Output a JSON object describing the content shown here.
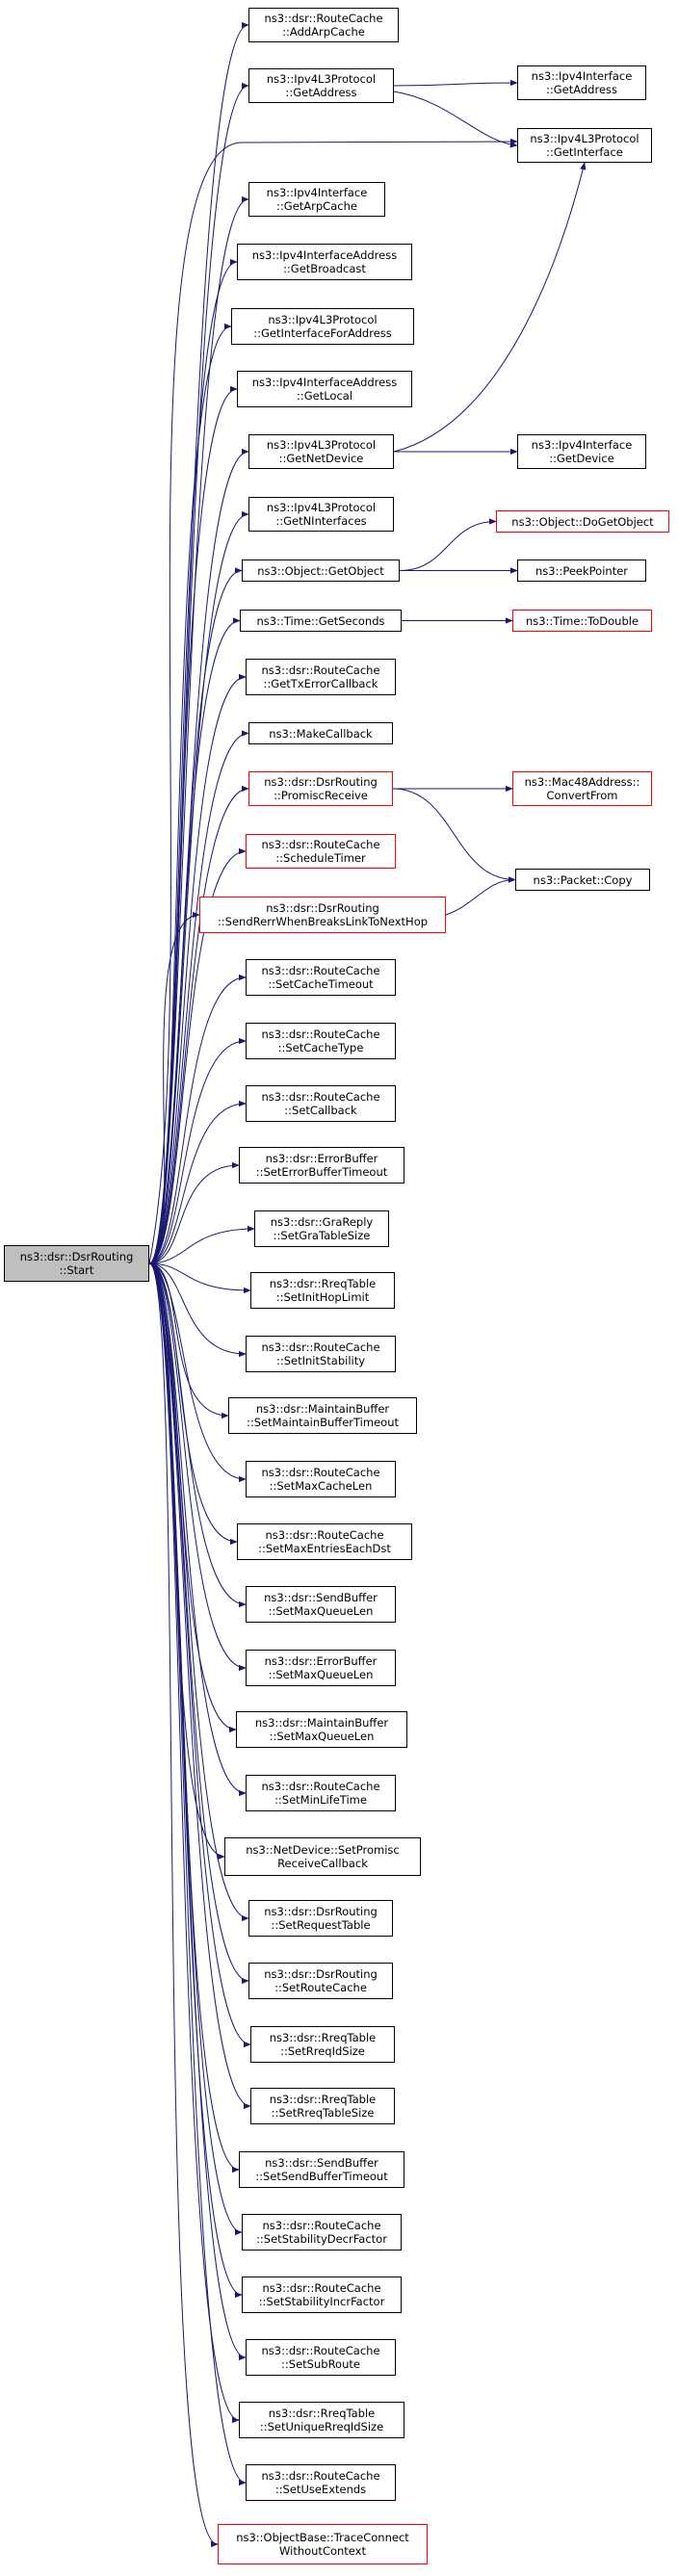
{
  "root": {
    "id": "start",
    "lines": [
      "ns3::dsr::DsrRouting",
      "::Start"
    ]
  },
  "nodes": [
    {
      "id": "addarpcache",
      "lines": [
        "ns3::dsr::RouteCache",
        "::AddArpCache"
      ],
      "border": "black"
    },
    {
      "id": "getaddress_l3",
      "lines": [
        "ns3::Ipv4L3Protocol",
        "::GetAddress"
      ],
      "border": "black"
    },
    {
      "id": "getaddress_if",
      "lines": [
        "ns3::Ipv4Interface",
        "::GetAddress"
      ],
      "border": "black"
    },
    {
      "id": "getinterface",
      "lines": [
        "ns3::Ipv4L3Protocol",
        "::GetInterface"
      ],
      "border": "black"
    },
    {
      "id": "getarpcache",
      "lines": [
        "ns3::Ipv4Interface",
        "::GetArpCache"
      ],
      "border": "black"
    },
    {
      "id": "getbroadcast",
      "lines": [
        "ns3::Ipv4InterfaceAddress",
        "::GetBroadcast"
      ],
      "border": "black"
    },
    {
      "id": "getinterfaceforaddress",
      "lines": [
        "ns3::Ipv4L3Protocol",
        "::GetInterfaceForAddress"
      ],
      "border": "black"
    },
    {
      "id": "getlocal",
      "lines": [
        "ns3::Ipv4InterfaceAddress",
        "::GetLocal"
      ],
      "border": "black"
    },
    {
      "id": "getnetdevice",
      "lines": [
        "ns3::Ipv4L3Protocol",
        "::GetNetDevice"
      ],
      "border": "black"
    },
    {
      "id": "getdevice",
      "lines": [
        "ns3::Ipv4Interface",
        "::GetDevice"
      ],
      "border": "black"
    },
    {
      "id": "getninterfaces",
      "lines": [
        "ns3::Ipv4L3Protocol",
        "::GetNInterfaces"
      ],
      "border": "black"
    },
    {
      "id": "getobject",
      "lines": [
        "ns3::Object::GetObject"
      ],
      "border": "black"
    },
    {
      "id": "dogetobject",
      "lines": [
        "ns3::Object::DoGetObject"
      ],
      "border": "red"
    },
    {
      "id": "peekpointer",
      "lines": [
        "ns3::PeekPointer"
      ],
      "border": "black"
    },
    {
      "id": "getseconds",
      "lines": [
        "ns3::Time::GetSeconds"
      ],
      "border": "black"
    },
    {
      "id": "todouble",
      "lines": [
        "ns3::Time::ToDouble"
      ],
      "border": "red"
    },
    {
      "id": "gettxerrorcallback",
      "lines": [
        "ns3::dsr::RouteCache",
        "::GetTxErrorCallback"
      ],
      "border": "black"
    },
    {
      "id": "makecallback",
      "lines": [
        "ns3::MakeCallback"
      ],
      "border": "black"
    },
    {
      "id": "promiscreceive",
      "lines": [
        "ns3::dsr::DsrRouting",
        "::PromiscReceive"
      ],
      "border": "red"
    },
    {
      "id": "convertfrom",
      "lines": [
        "ns3::Mac48Address::",
        "ConvertFrom"
      ],
      "border": "red"
    },
    {
      "id": "packetcopy",
      "lines": [
        "ns3::Packet::Copy"
      ],
      "border": "black"
    },
    {
      "id": "scheduletimer",
      "lines": [
        "ns3::dsr::RouteCache",
        "::ScheduleTimer"
      ],
      "border": "red"
    },
    {
      "id": "sendrerr",
      "lines": [
        "ns3::dsr::DsrRouting",
        "::SendRerrWhenBreaksLinkToNextHop"
      ],
      "border": "red"
    },
    {
      "id": "setcachetimeout",
      "lines": [
        "ns3::dsr::RouteCache",
        "::SetCacheTimeout"
      ],
      "border": "black"
    },
    {
      "id": "setcachetype",
      "lines": [
        "ns3::dsr::RouteCache",
        "::SetCacheType"
      ],
      "border": "black"
    },
    {
      "id": "setcallback",
      "lines": [
        "ns3::dsr::RouteCache",
        "::SetCallback"
      ],
      "border": "black"
    },
    {
      "id": "seterrorbuffertimeout",
      "lines": [
        "ns3::dsr::ErrorBuffer",
        "::SetErrorBufferTimeout"
      ],
      "border": "black"
    },
    {
      "id": "setgratablesize",
      "lines": [
        "ns3::dsr::GraReply",
        "::SetGraTableSize"
      ],
      "border": "black"
    },
    {
      "id": "setinithoplimit",
      "lines": [
        "ns3::dsr::RreqTable",
        "::SetInitHopLimit"
      ],
      "border": "black"
    },
    {
      "id": "setinitstability",
      "lines": [
        "ns3::dsr::RouteCache",
        "::SetInitStability"
      ],
      "border": "black"
    },
    {
      "id": "setmaintainbuffertimeout",
      "lines": [
        "ns3::dsr::MaintainBuffer",
        "::SetMaintainBufferTimeout"
      ],
      "border": "black"
    },
    {
      "id": "setmaxcachelen",
      "lines": [
        "ns3::dsr::RouteCache",
        "::SetMaxCacheLen"
      ],
      "border": "black"
    },
    {
      "id": "setmaxentrieseachdst",
      "lines": [
        "ns3::dsr::RouteCache",
        "::SetMaxEntriesEachDst"
      ],
      "border": "black"
    },
    {
      "id": "setmaxqueuelen_send",
      "lines": [
        "ns3::dsr::SendBuffer",
        "::SetMaxQueueLen"
      ],
      "border": "black"
    },
    {
      "id": "setmaxqueuelen_error",
      "lines": [
        "ns3::dsr::ErrorBuffer",
        "::SetMaxQueueLen"
      ],
      "border": "black"
    },
    {
      "id": "setmaxqueuelen_maintain",
      "lines": [
        "ns3::dsr::MaintainBuffer",
        "::SetMaxQueueLen"
      ],
      "border": "black"
    },
    {
      "id": "setminlifetime",
      "lines": [
        "ns3::dsr::RouteCache",
        "::SetMinLifeTime"
      ],
      "border": "black"
    },
    {
      "id": "setpromiscreceivecallback",
      "lines": [
        "ns3::NetDevice::SetPromisc",
        "ReceiveCallback"
      ],
      "border": "black"
    },
    {
      "id": "setrequesttable",
      "lines": [
        "ns3::dsr::DsrRouting",
        "::SetRequestTable"
      ],
      "border": "black"
    },
    {
      "id": "setroutecache",
      "lines": [
        "ns3::dsr::DsrRouting",
        "::SetRouteCache"
      ],
      "border": "black"
    },
    {
      "id": "setrreqidsize",
      "lines": [
        "ns3::dsr::RreqTable",
        "::SetRreqIdSize"
      ],
      "border": "black"
    },
    {
      "id": "setrreqtablesize",
      "lines": [
        "ns3::dsr::RreqTable",
        "::SetRreqTableSize"
      ],
      "border": "black"
    },
    {
      "id": "setsendbuffertimeout",
      "lines": [
        "ns3::dsr::SendBuffer",
        "::SetSendBufferTimeout"
      ],
      "border": "black"
    },
    {
      "id": "setstabilitydecrfactor",
      "lines": [
        "ns3::dsr::RouteCache",
        "::SetStabilityDecrFactor"
      ],
      "border": "black"
    },
    {
      "id": "setstabilityincrfactor",
      "lines": [
        "ns3::dsr::RouteCache",
        "::SetStabilityIncrFactor"
      ],
      "border": "black"
    },
    {
      "id": "setsubroute",
      "lines": [
        "ns3::dsr::RouteCache",
        "::SetSubRoute"
      ],
      "border": "black"
    },
    {
      "id": "setuniquerreqidsize",
      "lines": [
        "ns3::dsr::RreqTable",
        "::SetUniqueRreqIdSize"
      ],
      "border": "black"
    },
    {
      "id": "setuseextends",
      "lines": [
        "ns3::dsr::RouteCache",
        "::SetUseExtends"
      ],
      "border": "black"
    },
    {
      "id": "traceconnect",
      "lines": [
        "ns3::ObjectBase::TraceConnect",
        "WithoutContext"
      ],
      "border": "red"
    }
  ],
  "edges": [
    [
      "start",
      "addarpcache"
    ],
    [
      "start",
      "getaddress_l3"
    ],
    [
      "start",
      "getinterface"
    ],
    [
      "start",
      "getarpcache"
    ],
    [
      "start",
      "getbroadcast"
    ],
    [
      "start",
      "getinterfaceforaddress"
    ],
    [
      "start",
      "getlocal"
    ],
    [
      "start",
      "getnetdevice"
    ],
    [
      "start",
      "getninterfaces"
    ],
    [
      "start",
      "getobject"
    ],
    [
      "start",
      "getseconds"
    ],
    [
      "start",
      "gettxerrorcallback"
    ],
    [
      "start",
      "makecallback"
    ],
    [
      "start",
      "promiscreceive"
    ],
    [
      "start",
      "scheduletimer"
    ],
    [
      "start",
      "sendrerr"
    ],
    [
      "start",
      "setcachetimeout"
    ],
    [
      "start",
      "setcachetype"
    ],
    [
      "start",
      "setcallback"
    ],
    [
      "start",
      "seterrorbuffertimeout"
    ],
    [
      "start",
      "setgratablesize"
    ],
    [
      "start",
      "setinithoplimit"
    ],
    [
      "start",
      "setinitstability"
    ],
    [
      "start",
      "setmaintainbuffertimeout"
    ],
    [
      "start",
      "setmaxcachelen"
    ],
    [
      "start",
      "setmaxentrieseachdst"
    ],
    [
      "start",
      "setmaxqueuelen_send"
    ],
    [
      "start",
      "setmaxqueuelen_error"
    ],
    [
      "start",
      "setmaxqueuelen_maintain"
    ],
    [
      "start",
      "setminlifetime"
    ],
    [
      "start",
      "setpromiscreceivecallback"
    ],
    [
      "start",
      "setrequesttable"
    ],
    [
      "start",
      "setroutecache"
    ],
    [
      "start",
      "setrreqidsize"
    ],
    [
      "start",
      "setrreqtablesize"
    ],
    [
      "start",
      "setsendbuffertimeout"
    ],
    [
      "start",
      "setstabilitydecrfactor"
    ],
    [
      "start",
      "setstabilityincrfactor"
    ],
    [
      "start",
      "setsubroute"
    ],
    [
      "start",
      "setuniquerreqidsize"
    ],
    [
      "start",
      "setuseextends"
    ],
    [
      "start",
      "traceconnect"
    ],
    [
      "getaddress_l3",
      "getaddress_if"
    ],
    [
      "getaddress_l3",
      "getinterface"
    ],
    [
      "getnetdevice",
      "getinterface"
    ],
    [
      "getnetdevice",
      "getdevice"
    ],
    [
      "getobject",
      "dogetobject"
    ],
    [
      "getobject",
      "peekpointer"
    ],
    [
      "getseconds",
      "todouble"
    ],
    [
      "promiscreceive",
      "convertfrom"
    ],
    [
      "promiscreceive",
      "packetcopy"
    ],
    [
      "sendrerr",
      "packetcopy"
    ]
  ],
  "colors": {
    "edge": "#191970",
    "red_border": "#ff0000",
    "root_fill": "#bfbfbf"
  }
}
